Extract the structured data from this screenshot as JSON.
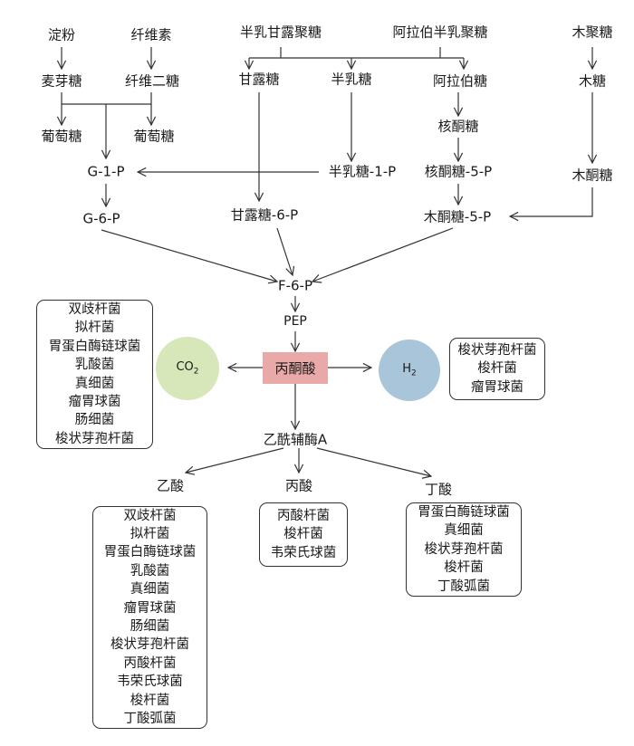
{
  "nodes": {
    "starch": "淀粉",
    "cellulose": "纤维素",
    "galactomannan": "半乳甘露聚糖",
    "arabinogalactan": "阿拉伯半乳聚糖",
    "xylan": "木聚糖",
    "maltose": "麦芽糖",
    "cellobiose": "纤维二糖",
    "mannose": "甘露糖",
    "galactose": "半乳糖",
    "arabinose": "阿拉伯糖",
    "xylose": "木糖",
    "glucose_left": "葡萄糖",
    "glucose_right": "葡萄糖",
    "ribulose": "核酮糖",
    "g1p": "G-1-P",
    "galactose_1p": "半乳糖-1-P",
    "ribulose_5p": "核酮糖-5-P",
    "xylulose": "木酮糖",
    "g6p": "G-6-P",
    "mannose_6p": "甘露糖-6-P",
    "xylulose_5p": "木酮糖-5-P",
    "f6p": "F-6-P",
    "pep": "PEP",
    "pyruvate": "丙酮酸",
    "co2": "CO",
    "co2_sub": "2",
    "h2": "H",
    "h2_sub": "2",
    "acetyl_coa": "乙酰辅酶A",
    "acetate": "乙酸",
    "propionate": "丙酸",
    "butyrate": "丁酸"
  },
  "boxes": {
    "co2_producers": [
      "双歧杆菌",
      "拟杆菌",
      "胃蛋白酶链球菌",
      "乳酸菌",
      "真细菌",
      "瘤胃球菌",
      "肠细菌",
      "梭状芽孢杆菌"
    ],
    "h2_producers": [
      "梭状芽孢杆菌",
      "梭杆菌",
      "瘤胃球菌"
    ],
    "acetate_producers": [
      "双歧杆菌",
      "拟杆菌",
      "胃蛋白酶链球菌",
      "乳酸菌",
      "真细菌",
      "瘤胃球菌",
      "肠细菌",
      "梭状芽孢杆菌",
      "丙酸杆菌",
      "韦荣氏球菌",
      "梭杆菌",
      "丁酸弧菌"
    ],
    "propionate_producers": [
      "丙酸杆菌",
      "梭杆菌",
      "韦荣氏球菌"
    ],
    "butyrate_producers": [
      "胃蛋白酶链球菌",
      "真细菌",
      "梭状芽孢杆菌",
      "梭杆菌",
      "丁酸弧菌"
    ]
  },
  "colors": {
    "co2_circle": "#d7e7b9",
    "h2_circle": "#a9c5d9",
    "pyruvate_box": "#e9a9a9"
  }
}
